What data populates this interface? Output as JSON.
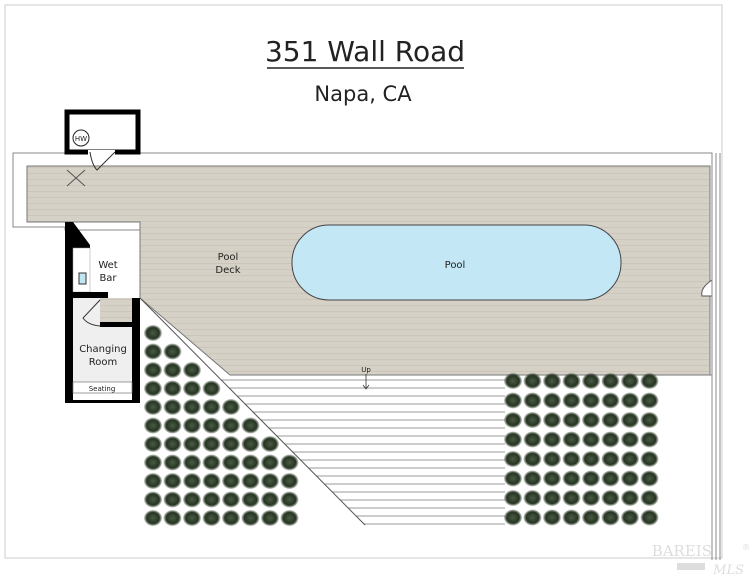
{
  "header": {
    "title": "351 Wall Road",
    "subtitle": "Napa, CA"
  },
  "labels": {
    "water_heater": "HW",
    "pool_deck_line1": "Pool",
    "pool_deck_line2": "Deck",
    "pool": "Pool",
    "wet_bar_line1": "Wet",
    "wet_bar_line2": "Bar",
    "changing_room_line1": "Changing",
    "changing_room_line2": "Room",
    "seating": "Seating",
    "stairs_up": "Up"
  },
  "watermark": {
    "line1": "BAREIS",
    "line2": "MLS",
    "mark": "®"
  },
  "colors": {
    "deck": "#d6d1c7",
    "pool": "#c3e7f4",
    "wall": "#000000",
    "shrub": "#2f3f2c",
    "room": "#efefef"
  }
}
